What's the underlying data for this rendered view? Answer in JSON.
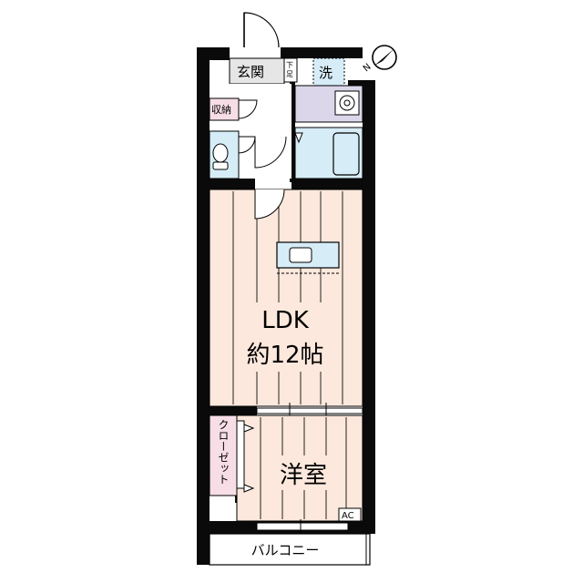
{
  "rooms": {
    "entrance": "玄関",
    "shoe_box": "下足",
    "washer": "洗",
    "storage": "収納",
    "ldk_name": "LDK",
    "ldk_size": "約12帖",
    "western_room": "洋室",
    "closet": "クローゼット",
    "ac": "AC",
    "balcony": "バルコニー"
  },
  "compass": {
    "north_label": "N"
  },
  "colors": {
    "wall": "#0a0a0a",
    "floor": "#fce8dc",
    "wet_area": "#d6ecf6",
    "washroom": "#dcd6ea",
    "storage": "#f6dde6",
    "entrance": "#e6e6e6",
    "floor_lines": "#222222"
  }
}
